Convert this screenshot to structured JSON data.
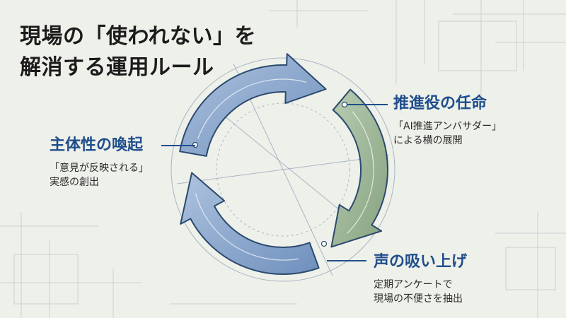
{
  "title": {
    "line1": "現場の「使われない」を",
    "line2": "解消する運用ルール"
  },
  "steps": [
    {
      "title": "推進役の任命",
      "desc": [
        "「AI推進アンバサダー」",
        "による横の展開"
      ]
    },
    {
      "title": "声の吸い上げ",
      "desc": [
        "定期アンケートで",
        "現場の不便さを抽出"
      ]
    },
    {
      "title": "主体性の喚起",
      "desc": [
        "「意見が反映される」",
        "実感の創出"
      ]
    }
  ],
  "colors": {
    "background": "#eef0ea",
    "accent_text": "#1f4e8c",
    "arrow_blue": "#8da9cf",
    "arrow_green": "#9fb89a",
    "outline": "#2c4a6e"
  }
}
